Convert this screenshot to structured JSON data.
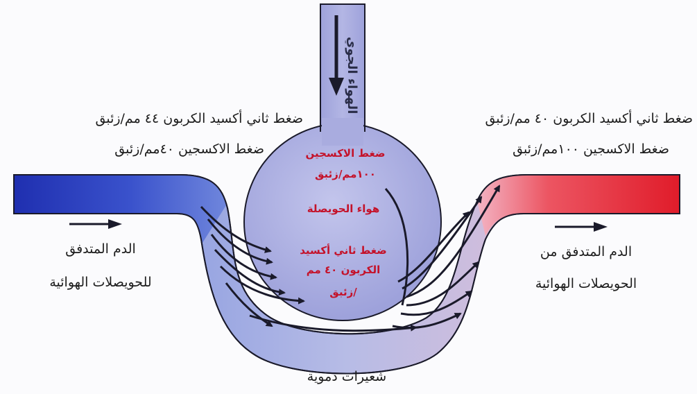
{
  "diagram": {
    "atmospheric_air": "الهواء الجوي",
    "left_co2_pressure": "ضغط ثاني أكسيد الكربون ٤٤ مم/زئبق",
    "left_o2_pressure": "ضغط الاكسجين ٤٠مم/زئبق",
    "right_co2_pressure": "ضغط ثاني أكسيد الكربون ٤٠ مم/زئبق",
    "right_o2_pressure": "ضغط الاكسجين ١٠٠مم/زئبق",
    "alveolus_o2_line1": "ضغط الاكسجين",
    "alveolus_o2_line2": "١٠٠مم/زئبق",
    "alveolar_air": "هواء الحويصلة",
    "alveolus_co2_line1": "ضغط ثاني أكسيد",
    "alveolus_co2_line2": "الكربون ٤٠ مم",
    "alveolus_co2_line3": "/زئبق",
    "blood_to_line1": "الدم المتدفق",
    "blood_to_line2": "للحويصلات الهوائية",
    "blood_from_line1": "الدم المتدفق من",
    "blood_from_line2": "الحويصلات الهوائية",
    "capillaries": "شعيرات دموية"
  },
  "colors": {
    "deoxygenated_blood": "#2234b8",
    "oxygenated_blood": "#e0202c",
    "alveolus": "#a6a9df",
    "capillary_bend": "#8d9de0",
    "arrow": "#1a1a2a"
  }
}
